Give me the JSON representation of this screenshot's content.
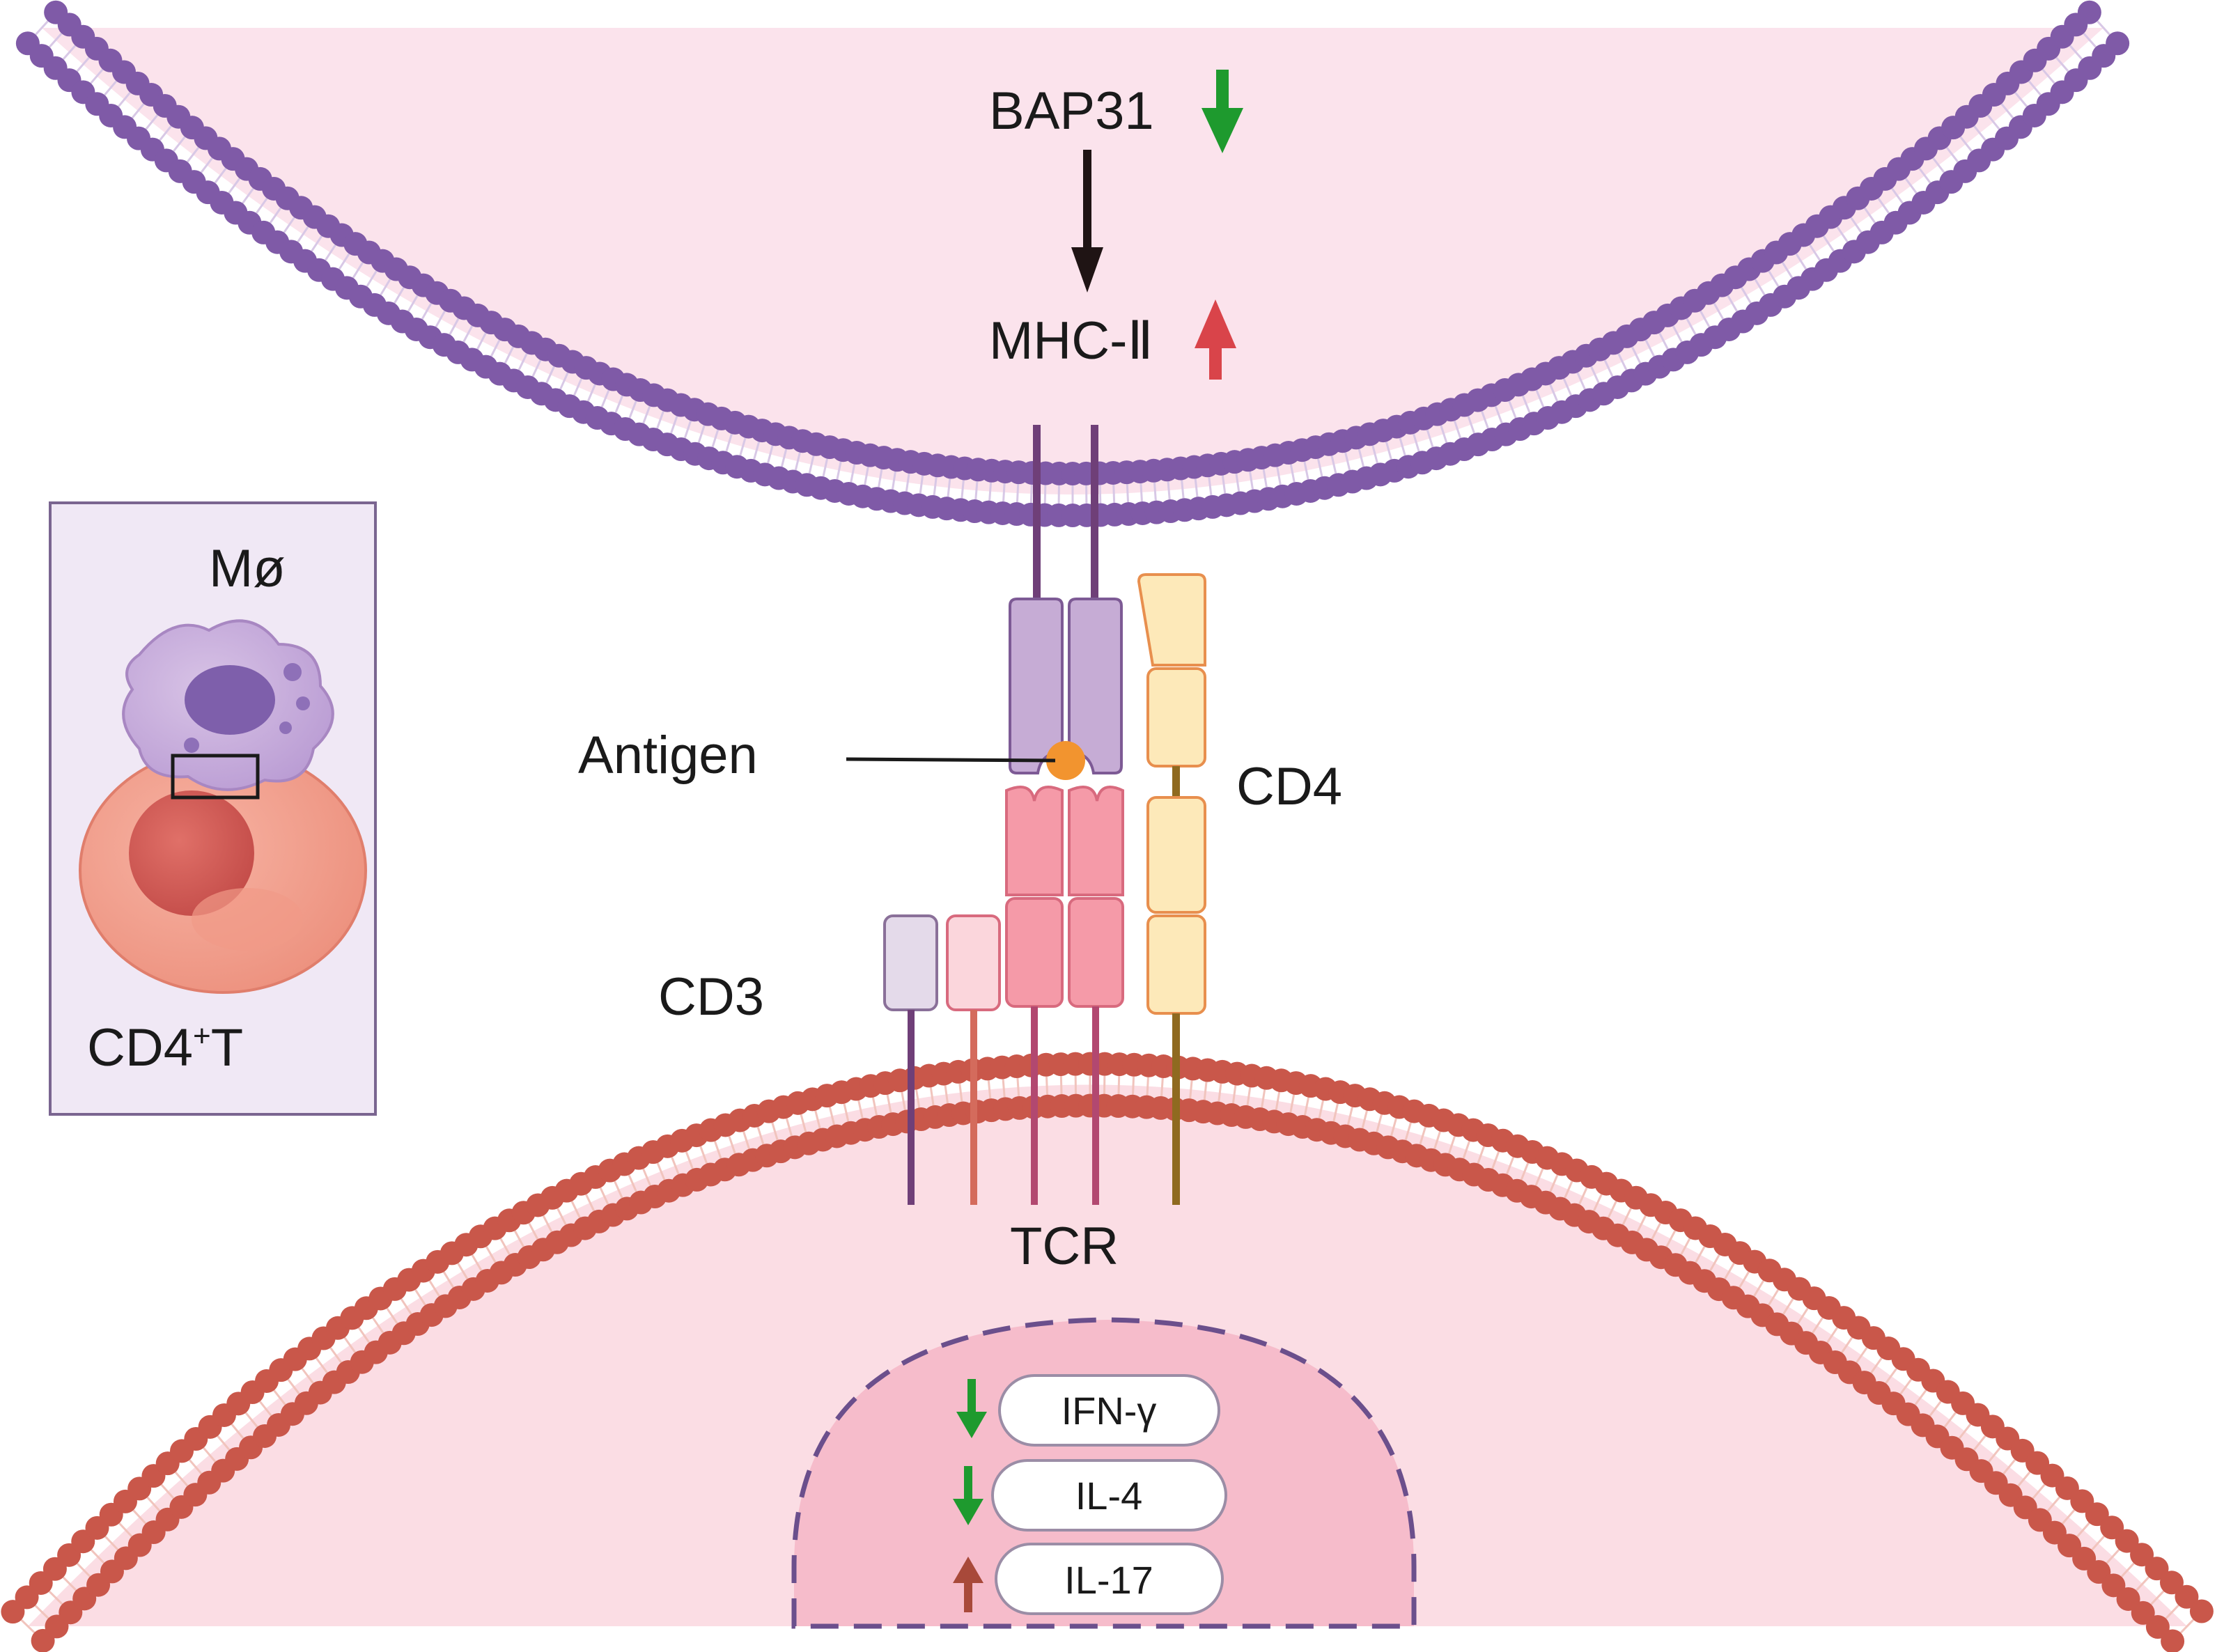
{
  "labels": {
    "bap31": "BAP31",
    "mhc": "MHC-Ⅱ",
    "antigen": "Antigen",
    "cd4": "CD4",
    "cd3": "CD3",
    "tcr": "TCR"
  },
  "inset": {
    "macrophage_label": "Mø",
    "tcell_label_main": "CD4",
    "tcell_label_sup": "+",
    "tcell_label_tail": "T"
  },
  "cytokines": [
    {
      "label": "IFN-γ",
      "change": "down"
    },
    {
      "label": "IL-4",
      "change": "down"
    },
    {
      "label": "IL-17",
      "change": "up"
    }
  ],
  "regulation": {
    "bap31": "down",
    "mhc": "up"
  },
  "colors": {
    "macrophage_cytoplasm": "#fbe3ec",
    "macrophage_membrane": "#7f5aa7",
    "tcell_cytoplasm": "#fbdde4",
    "tcell_membrane": "#c9574a",
    "nucleus": "#f6bccb",
    "arrow_down": "#1e9a2e",
    "arrow_up_red": "#d9444a",
    "arrow_up_brown": "#a8493a",
    "mhc_purple": "#c6acd5",
    "tcr_pink": "#f59aa8",
    "cd4_yellow": "#fde9b9",
    "inset_bg": "#f0e8f5"
  }
}
